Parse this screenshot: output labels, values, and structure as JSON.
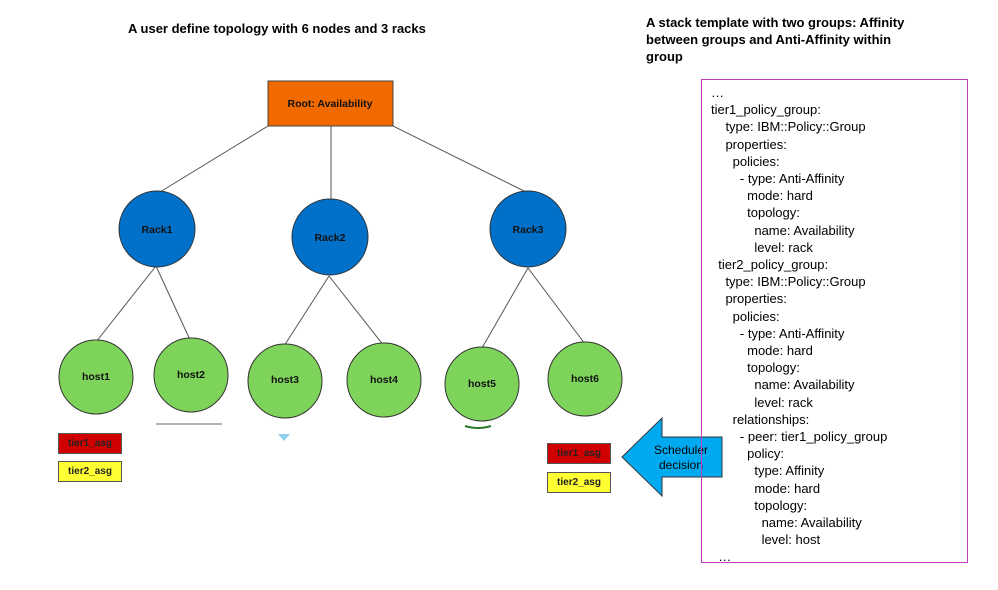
{
  "left_title": "A user define topology with 6 nodes and 3 racks",
  "right_title": "A stack template with two groups: Affinity between groups and Anti-Affinity within group",
  "topology": {
    "root": "Root: Availability",
    "racks": [
      "Rack1",
      "Rack2",
      "Rack3"
    ],
    "hosts": [
      "host1",
      "host2",
      "host3",
      "host4",
      "host5",
      "host6"
    ]
  },
  "tags": {
    "tier1": "tier1_asg",
    "tier2": "tier2_asg"
  },
  "scheduler_label": "Scheduler decision",
  "template_lines": [
    "…",
    "tier1_policy_group:",
    "    type: IBM::Policy::Group",
    "    properties:",
    "      policies:",
    "        - type: Anti-Affinity",
    "          mode: hard",
    "          topology:",
    "            name: Availability",
    "            level: rack",
    "  tier2_policy_group:",
    "    type: IBM::Policy::Group",
    "    properties:",
    "      policies:",
    "        - type: Anti-Affinity",
    "          mode: hard",
    "          topology:",
    "            name: Availability",
    "            level: rack",
    "      relationships:",
    "        - peer: tier1_policy_group",
    "          policy:",
    "            type: Affinity",
    "            mode: hard",
    "            topology:",
    "              name: Availability",
    "              level: host",
    "  …"
  ],
  "colors": {
    "root": "#f06a00",
    "rack": "#0070c8",
    "host": "#7ed45a",
    "arrow": "#00aaf0",
    "box_border": "#c03cc0"
  }
}
